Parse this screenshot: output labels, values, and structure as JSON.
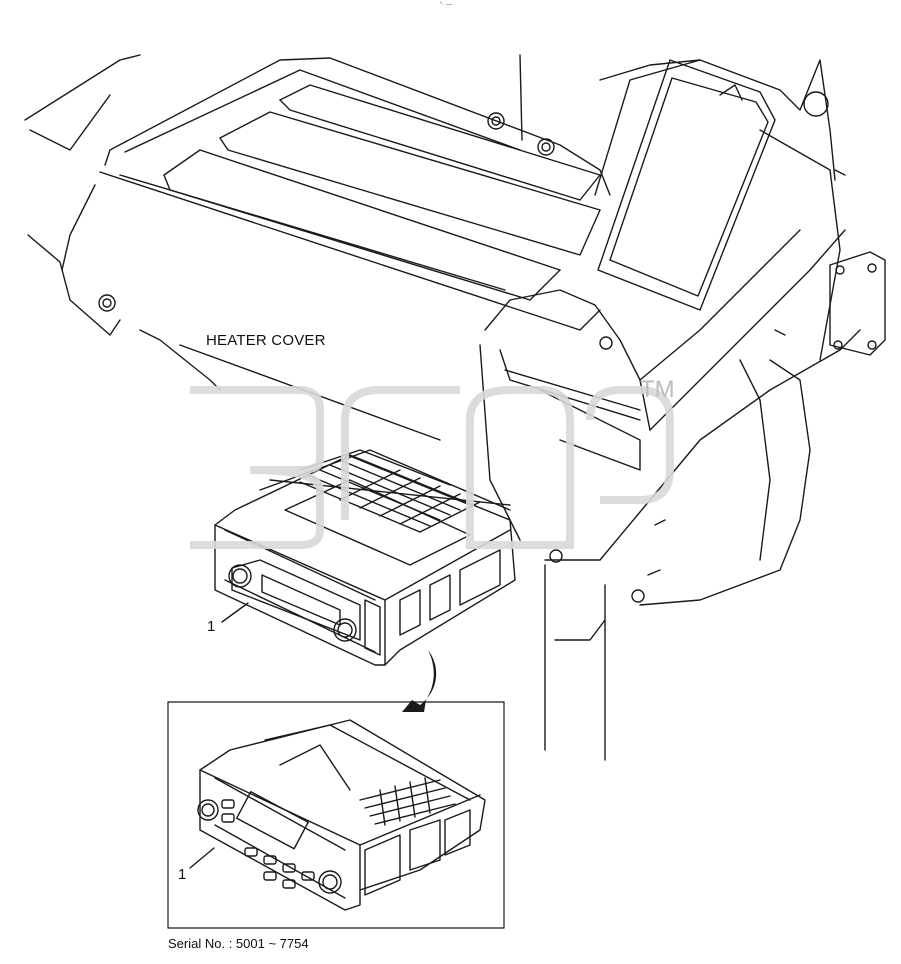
{
  "labels": {
    "heater_cover": "HEATER COVER",
    "callout_main": "1",
    "callout_inset": "1",
    "serial": "Serial No.  : 5001 ~ 7754",
    "top_mark": "°· —"
  },
  "watermark": {
    "text": "3ТД",
    "trademark": "TM",
    "color": "#d9d9d9"
  },
  "colors": {
    "line": "#1a1a1a",
    "background": "#ffffff"
  }
}
